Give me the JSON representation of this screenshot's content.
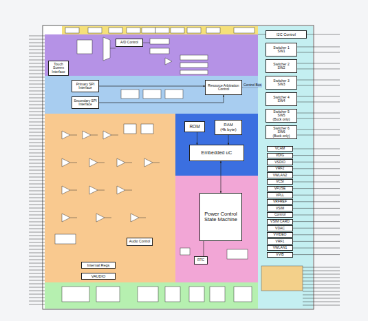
{
  "diagram": {
    "nodes": [
      {
        "text": [
          "Touch Screen Interface"
        ]
      },
      {
        "text": [
          "A/D Control"
        ]
      },
      {
        "text": [
          "Primary SPI Interface"
        ]
      },
      {
        "text": [
          "Secondary SPI Interface"
        ]
      },
      {
        "text": [
          "Resource Arbitration Control"
        ]
      },
      {
        "text": [
          "ROM"
        ]
      },
      {
        "text": [
          "RAM",
          "(4k byte)"
        ]
      },
      {
        "text": [
          "Embedded uC"
        ]
      },
      {
        "text": [
          "Power Control State Machine"
        ]
      },
      {
        "text": [
          "RTC"
        ]
      },
      {
        "text": [
          "Audio Control"
        ]
      },
      {
        "text": [
          "Internal Regs"
        ]
      },
      {
        "text": [
          "VAUDIO"
        ]
      },
      {
        "text": [
          "I2C Control"
        ]
      },
      {
        "text": [
          "Switcher 1",
          "SW1"
        ]
      },
      {
        "text": [
          "Switcher 2",
          "SW2"
        ]
      },
      {
        "text": [
          "Switcher 3",
          "SW3"
        ]
      },
      {
        "text": [
          "Switcher 4",
          "SW4"
        ]
      },
      {
        "text": [
          "Switcher 5",
          "SW5",
          "(Buck only)"
        ]
      },
      {
        "text": [
          "Switcher 6",
          "SW6",
          "(Buck only)"
        ]
      },
      {
        "text": [
          "VCAM"
        ]
      },
      {
        "text": [
          "VDIG"
        ]
      },
      {
        "text": [
          "VSDIO"
        ]
      },
      {
        "text": [
          "VRF2"
        ]
      },
      {
        "text": [
          "VWLAN2"
        ]
      },
      {
        "text": [
          "VCSI"
        ]
      },
      {
        "text": [
          "VFUSE"
        ]
      },
      {
        "text": [
          "VPLL"
        ]
      },
      {
        "text": [
          "VRFREF"
        ]
      },
      {
        "text": [
          "VSIM"
        ]
      },
      {
        "text": [
          "Control"
        ]
      },
      {
        "text": [
          "VSIM CARD"
        ]
      },
      {
        "text": [
          "VDAC"
        ]
      },
      {
        "text": [
          "VVIDEO"
        ]
      },
      {
        "text": [
          "VRF1"
        ]
      },
      {
        "text": [
          "VWLAN1"
        ]
      },
      {
        "text": [
          "VVIB"
        ]
      }
    ],
    "edges": [
      {
        "from": 2,
        "to": 4,
        "arrow": "to"
      },
      {
        "from": 3,
        "to": 4,
        "arrow": "to"
      },
      {
        "from": 5,
        "to": 7,
        "arrow": "to"
      },
      {
        "from": 6,
        "to": 7,
        "arrow": "to"
      },
      {
        "from": 7,
        "to": 8,
        "arrow": "both"
      },
      {
        "from": 8,
        "to": 9,
        "arrow": "none"
      }
    ],
    "labels": [
      "Control Bus"
    ]
  }
}
